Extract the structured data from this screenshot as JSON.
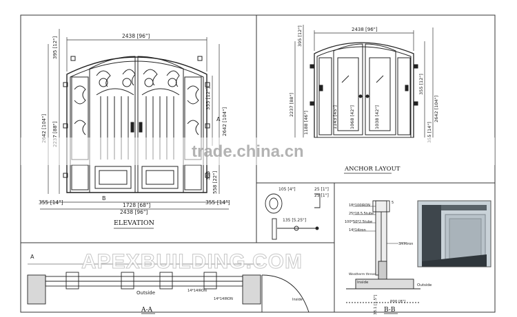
{
  "sections": {
    "elevation": "ELEVATION",
    "anchor": "ANCHOR LAYOUT",
    "section_a": "A-A",
    "section_b": "B-B"
  },
  "elevation_dims": {
    "overall_top": "2438 [96\"]",
    "overall_bottom": "2438 [96\"]",
    "door_width": "1728 [68\"]",
    "side_left": "355 [14\"]",
    "side_right": "355 [14\"]",
    "arch_left": "395 [12\"]",
    "height_left": "2642 [104\"]",
    "height_left_inner": "2237 [88\"]",
    "height_right": "2642 [104\"]",
    "arch_right": "355 [12\"]",
    "base_right": "558 [22\"]",
    "small_right": "395"
  },
  "anchor_dims": {
    "overall_top": "2438 [96\"]",
    "arch_left": "395 [12\"]",
    "height_left": "2237 [88\"]",
    "lower_left": "1188 [46\"]",
    "mid_left": "1143 [45\"]",
    "center_a": "1068 [42\"]",
    "center_b": "1038 [42\"]",
    "right_a": "355 [12\"]",
    "right_b": "2642 [104\"]",
    "right_c": "355 [14\"]"
  },
  "b_section_labels": {
    "l1": "18*100IRON",
    "l2": "25*18.5.5tube",
    "l3": "100*50*2.5tube",
    "l4": "14*14iron",
    "l5": "3MMiron",
    "outside": "Outside",
    "inside": "Inside",
    "floor": "P00 [8\"]",
    "base": "38.1 [1.5\"]",
    "weather": "Weatherm thread",
    "small": "5"
  },
  "a_section_labels": {
    "outside": "Outside",
    "inside": "Inside",
    "iron": "14*14IRON",
    "tube": "14*14IRON"
  },
  "detail_labels": {
    "d1": "105 [4\"]",
    "d2": "135 [5.25\"]",
    "d3": "25 [1\"]",
    "d4": "25 [1\"]"
  },
  "markers": {
    "a_left": "A",
    "a_right": "A",
    "b_label": "B"
  },
  "watermarks": {
    "w1": "trade.china.cn",
    "w2": "APEXBUILDING.COM"
  }
}
